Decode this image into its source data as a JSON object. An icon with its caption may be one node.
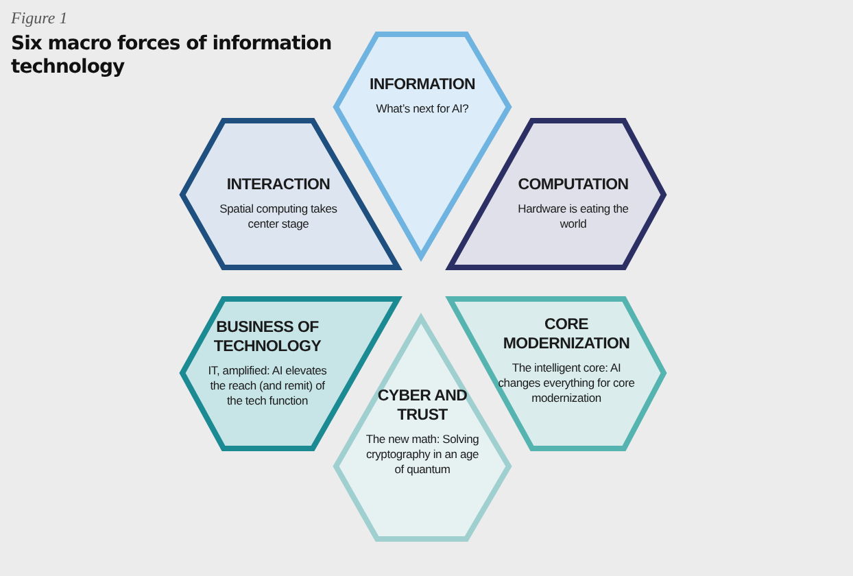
{
  "diagram": {
    "title": "Six macro forces of information technology",
    "nodes": [
      {
        "text": [
          "INFORMATION",
          "What’s next for AI?"
        ]
      },
      {
        "text": [
          "INTERACTION",
          "Spatial computing takes center stage"
        ]
      },
      {
        "text": [
          "COMPUTATION",
          "Hardware is eating the world"
        ]
      },
      {
        "text": [
          "BUSINESS OF TECHNOLOGY",
          "IT, amplified: AI elevates the reach (and remit) of the tech function"
        ]
      },
      {
        "text": [
          "CORE MODERNIZATION",
          "The intelligent core: AI changes everything for core modernization"
        ]
      },
      {
        "text": [
          "CYBER AND TRUST",
          "The new math: Solving cryptography in an age of quantum"
        ]
      }
    ],
    "edges": [],
    "labels": [
      "Figure 1"
    ]
  }
}
